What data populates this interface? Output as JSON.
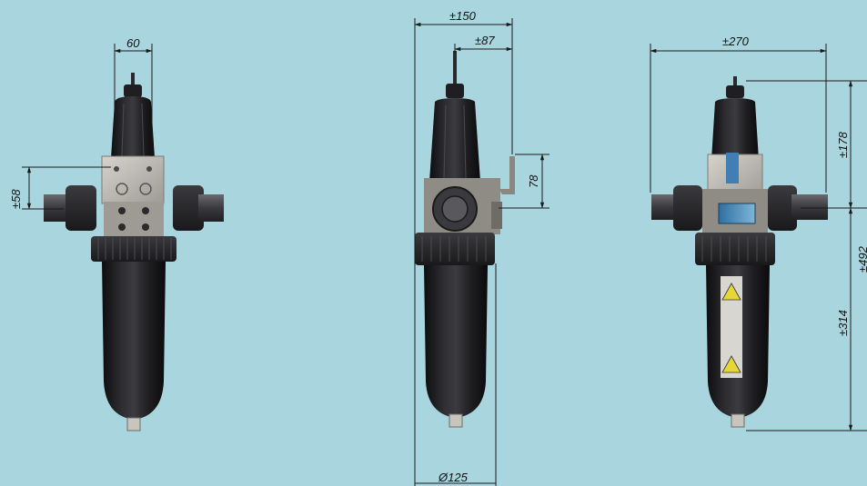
{
  "views": {
    "front": {
      "width_label": "60",
      "offset_label": "±58"
    },
    "side": {
      "overall_width_label": "±150",
      "half_width_label": "±87",
      "bracket_height_label": "78",
      "diameter_label": "Ø125"
    },
    "rear": {
      "overall_width_label": "±270",
      "upper_height_label": "±178",
      "lower_height_label": "±314",
      "total_height_label": "±492"
    }
  },
  "colors": {
    "background": "#a9d6de",
    "body": "#1c1c1e",
    "body_highlight": "#3a3a3e",
    "steel": "#b9b6b0",
    "dimension_line": "#1a1a1a"
  }
}
